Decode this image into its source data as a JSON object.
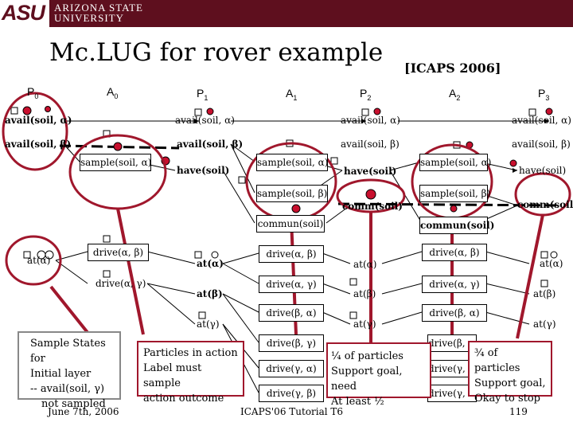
{
  "header": {
    "logo_text": "ASU",
    "university_lines": [
      "ARIZONA STATE",
      "UNIVERSITY"
    ]
  },
  "title": "Mc.LUG for rover example",
  "citation": "[ICAPS 2006]",
  "levels": {
    "p0": "P0",
    "a0": "A0",
    "p1": "P1",
    "a1": "A1",
    "p2": "P2",
    "a2": "A2",
    "p3": "P3"
  },
  "propositions": {
    "avail_soil_alpha": "avail(soil, α)",
    "avail_soil_beta": "avail(soil, β)",
    "have_soil": "have(soil)",
    "comm_soil": "comm(soil)",
    "at_alpha": "at(α)",
    "at_beta": "at(β)",
    "at_gamma": "at(γ)"
  },
  "actions": {
    "sample_alpha": "sample(soil, α)",
    "sample_beta": "sample(soil, β)",
    "commun": "commun(soil)",
    "drive_ab": "drive(α, β)",
    "drive_ag": "drive(α, γ)",
    "drive_ba": "drive(β, α)",
    "drive_bg": "drive(β, γ)",
    "drive_ga": "drive(γ, α)",
    "drive_gb": "drive(γ, β)",
    "drive_b_trunc": "drive(β,",
    "drive_g_trunc": "drive(γ,",
    "drive_g_trunc2": "drive(γ,"
  },
  "notes": {
    "sample_states": [
      "Sample States for",
      "Initial layer",
      "-- avail(soil, γ)",
      "not sampled"
    ],
    "particles_label": [
      "Particles in action",
      "Label must sample",
      "action outcome"
    ],
    "quarter": [
      "¼ of particles",
      "Support goal, need",
      "At least ½"
    ],
    "three_quarter": [
      "¾ of particles",
      "Support goal,",
      "Okay to stop"
    ]
  },
  "footer": {
    "date": "June 7th, 2006",
    "center": "ICAPS'06 Tutorial T6",
    "page": "119"
  },
  "colors": {
    "header_bg": "#5e0f1e",
    "circle_outline": "#a0172c",
    "particle_red": "#c8102e",
    "note_red": "#c0203a"
  }
}
